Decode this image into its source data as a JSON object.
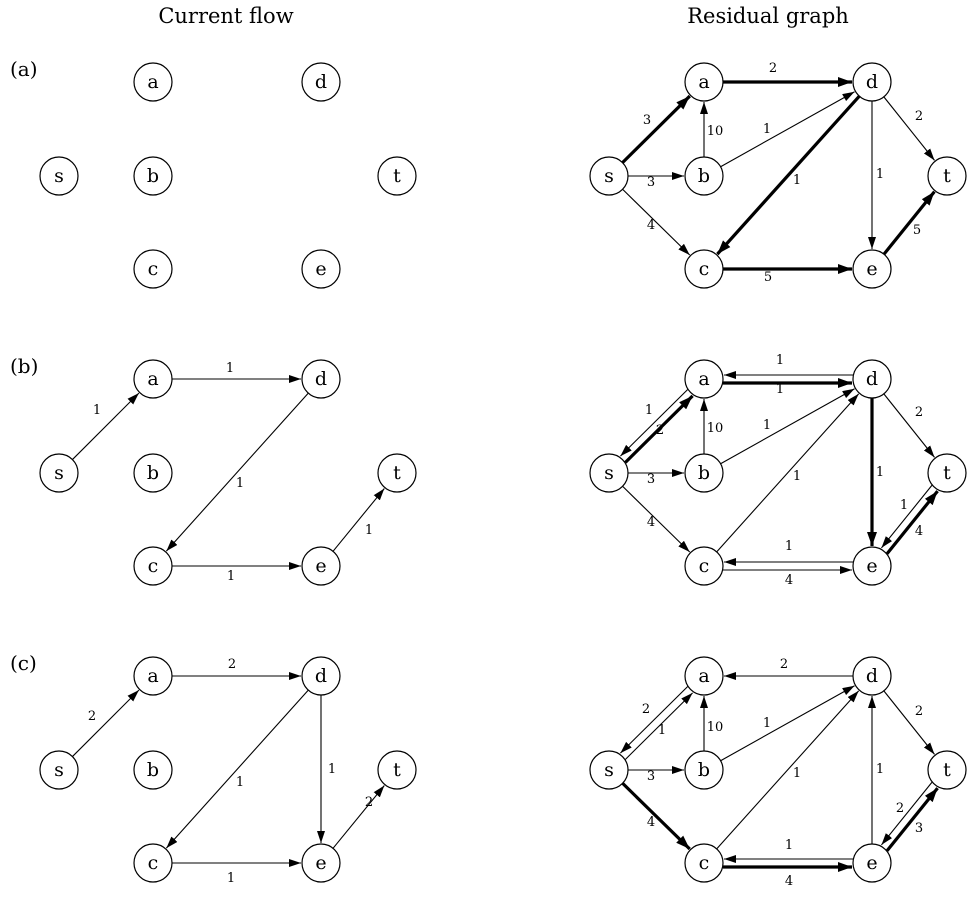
{
  "headers": {
    "left": "Current flow",
    "right": "Residual graph"
  },
  "rows": [
    {
      "label": "(a)",
      "left": {
        "edges": []
      },
      "right": {
        "edges": [
          {
            "from": "s",
            "to": "a",
            "label": "3",
            "bold": true
          },
          {
            "from": "s",
            "to": "b",
            "label": "3",
            "bold": false
          },
          {
            "from": "s",
            "to": "c",
            "label": "4",
            "bold": false
          },
          {
            "from": "b",
            "to": "a",
            "label": "10",
            "bold": false
          },
          {
            "from": "a",
            "to": "d",
            "label": "2",
            "bold": true
          },
          {
            "from": "b",
            "to": "d",
            "label": "1",
            "bold": false
          },
          {
            "from": "d",
            "to": "c",
            "label": "1",
            "bold": true
          },
          {
            "from": "d",
            "to": "t",
            "label": "2",
            "bold": false
          },
          {
            "from": "d",
            "to": "e",
            "label": "1",
            "bold": false
          },
          {
            "from": "c",
            "to": "e",
            "label": "5",
            "bold": true
          },
          {
            "from": "e",
            "to": "t",
            "label": "5",
            "bold": true
          }
        ]
      }
    },
    {
      "label": "(b)",
      "left": {
        "edges": [
          {
            "from": "s",
            "to": "a",
            "label": "1"
          },
          {
            "from": "a",
            "to": "d",
            "label": "1"
          },
          {
            "from": "d",
            "to": "c",
            "label": "1"
          },
          {
            "from": "c",
            "to": "e",
            "label": "1"
          },
          {
            "from": "e",
            "to": "t",
            "label": "1"
          }
        ]
      },
      "right": {
        "edges": [
          {
            "from": "s",
            "to": "a",
            "label": "2",
            "bold": true,
            "offset": 4
          },
          {
            "from": "a",
            "to": "s",
            "label": "1",
            "bold": false,
            "offset": 4
          },
          {
            "from": "s",
            "to": "b",
            "label": "3",
            "bold": false
          },
          {
            "from": "s",
            "to": "c",
            "label": "4",
            "bold": false
          },
          {
            "from": "b",
            "to": "a",
            "label": "10",
            "bold": false
          },
          {
            "from": "a",
            "to": "d",
            "label": "1",
            "bold": true,
            "offset": 4
          },
          {
            "from": "d",
            "to": "a",
            "label": "1",
            "bold": false,
            "offset": 4
          },
          {
            "from": "b",
            "to": "d",
            "label": "1",
            "bold": false
          },
          {
            "from": "c",
            "to": "d",
            "label": "1",
            "bold": false
          },
          {
            "from": "d",
            "to": "t",
            "label": "2",
            "bold": false
          },
          {
            "from": "d",
            "to": "e",
            "label": "1",
            "bold": true
          },
          {
            "from": "e",
            "to": "c",
            "label": "1",
            "bold": false,
            "offset": 4
          },
          {
            "from": "c",
            "to": "e",
            "label": "4",
            "bold": false,
            "offset": 4
          },
          {
            "from": "t",
            "to": "e",
            "label": "1",
            "bold": false,
            "offset": 4
          },
          {
            "from": "e",
            "to": "t",
            "label": "4",
            "bold": true,
            "offset": 4
          }
        ]
      }
    },
    {
      "label": "(c)",
      "left": {
        "edges": [
          {
            "from": "s",
            "to": "a",
            "label": "2"
          },
          {
            "from": "a",
            "to": "d",
            "label": "2"
          },
          {
            "from": "d",
            "to": "c",
            "label": "1"
          },
          {
            "from": "d",
            "to": "e",
            "label": "1"
          },
          {
            "from": "c",
            "to": "e",
            "label": "1"
          },
          {
            "from": "e",
            "to": "t",
            "label": "2"
          }
        ]
      },
      "right": {
        "edges": [
          {
            "from": "a",
            "to": "s",
            "label": "2",
            "bold": false,
            "offset": 4
          },
          {
            "from": "s",
            "to": "a",
            "label": "1",
            "bold": false,
            "offset": 4
          },
          {
            "from": "s",
            "to": "b",
            "label": "3",
            "bold": false
          },
          {
            "from": "s",
            "to": "c",
            "label": "4",
            "bold": true
          },
          {
            "from": "b",
            "to": "a",
            "label": "10",
            "bold": false
          },
          {
            "from": "d",
            "to": "a",
            "label": "2",
            "bold": false
          },
          {
            "from": "b",
            "to": "d",
            "label": "1",
            "bold": false
          },
          {
            "from": "c",
            "to": "d",
            "label": "1",
            "bold": false
          },
          {
            "from": "d",
            "to": "t",
            "label": "2",
            "bold": false
          },
          {
            "from": "e",
            "to": "d",
            "label": "1",
            "bold": false
          },
          {
            "from": "e",
            "to": "c",
            "label": "1",
            "bold": false,
            "offset": 4
          },
          {
            "from": "c",
            "to": "e",
            "label": "4",
            "bold": true,
            "offset": 4
          },
          {
            "from": "t",
            "to": "e",
            "label": "2",
            "bold": false,
            "offset": 4
          },
          {
            "from": "e",
            "to": "t",
            "label": "3",
            "bold": true,
            "offset": 4
          }
        ]
      }
    }
  ],
  "nodes": [
    "s",
    "a",
    "b",
    "c",
    "d",
    "e",
    "t"
  ],
  "left_hidden_nodes": []
}
